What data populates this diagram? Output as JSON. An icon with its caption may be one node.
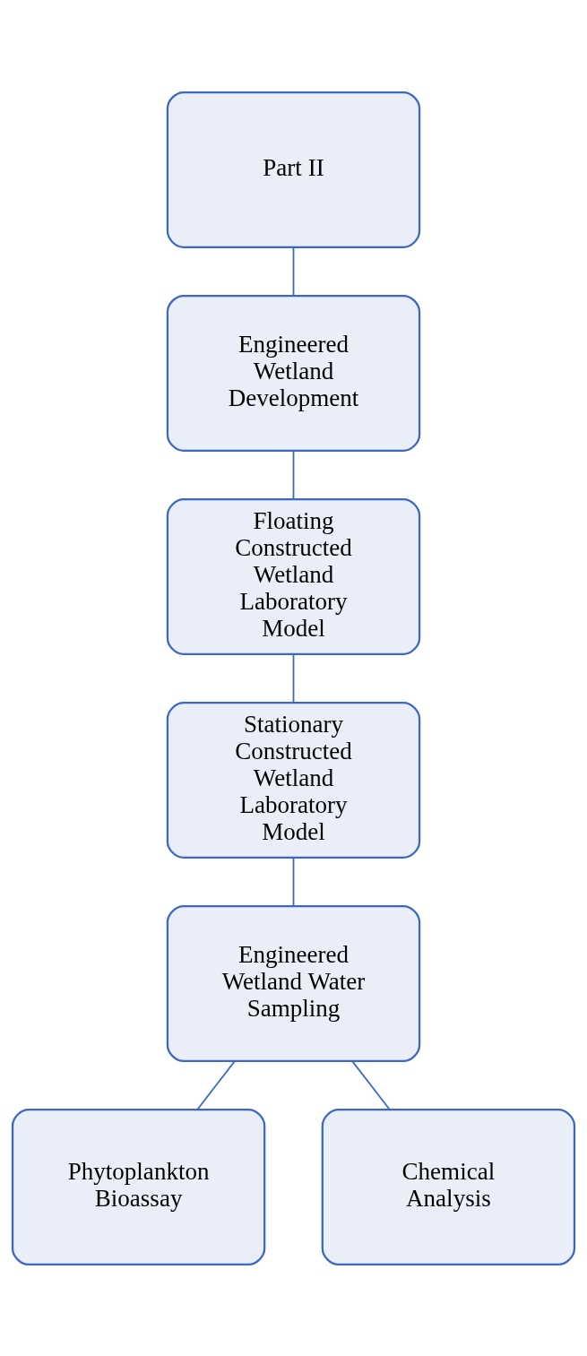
{
  "diagram": {
    "nodes": [
      {
        "text": [
          "Part II"
        ]
      },
      {
        "text": [
          "Engineered Wetland Development"
        ]
      },
      {
        "text": [
          "Floating Constructed Wetland Laboratory Model"
        ]
      },
      {
        "text": [
          "Stationary Constructed Wetland Laboratory Model"
        ]
      },
      {
        "text": [
          "Engineered Wetland Water Sampling"
        ]
      },
      {
        "text": [
          "Phytoplankton Bioassay"
        ]
      },
      {
        "text": [
          "Chemical Analysis"
        ]
      }
    ],
    "edges": [
      {
        "from": 0,
        "to": 1,
        "arrow": "none"
      },
      {
        "from": 1,
        "to": 2,
        "arrow": "none"
      },
      {
        "from": 2,
        "to": 3,
        "arrow": "none"
      },
      {
        "from": 3,
        "to": 4,
        "arrow": "none"
      },
      {
        "from": 4,
        "to": 5,
        "arrow": "none"
      },
      {
        "from": 4,
        "to": 6,
        "arrow": "none"
      }
    ]
  }
}
